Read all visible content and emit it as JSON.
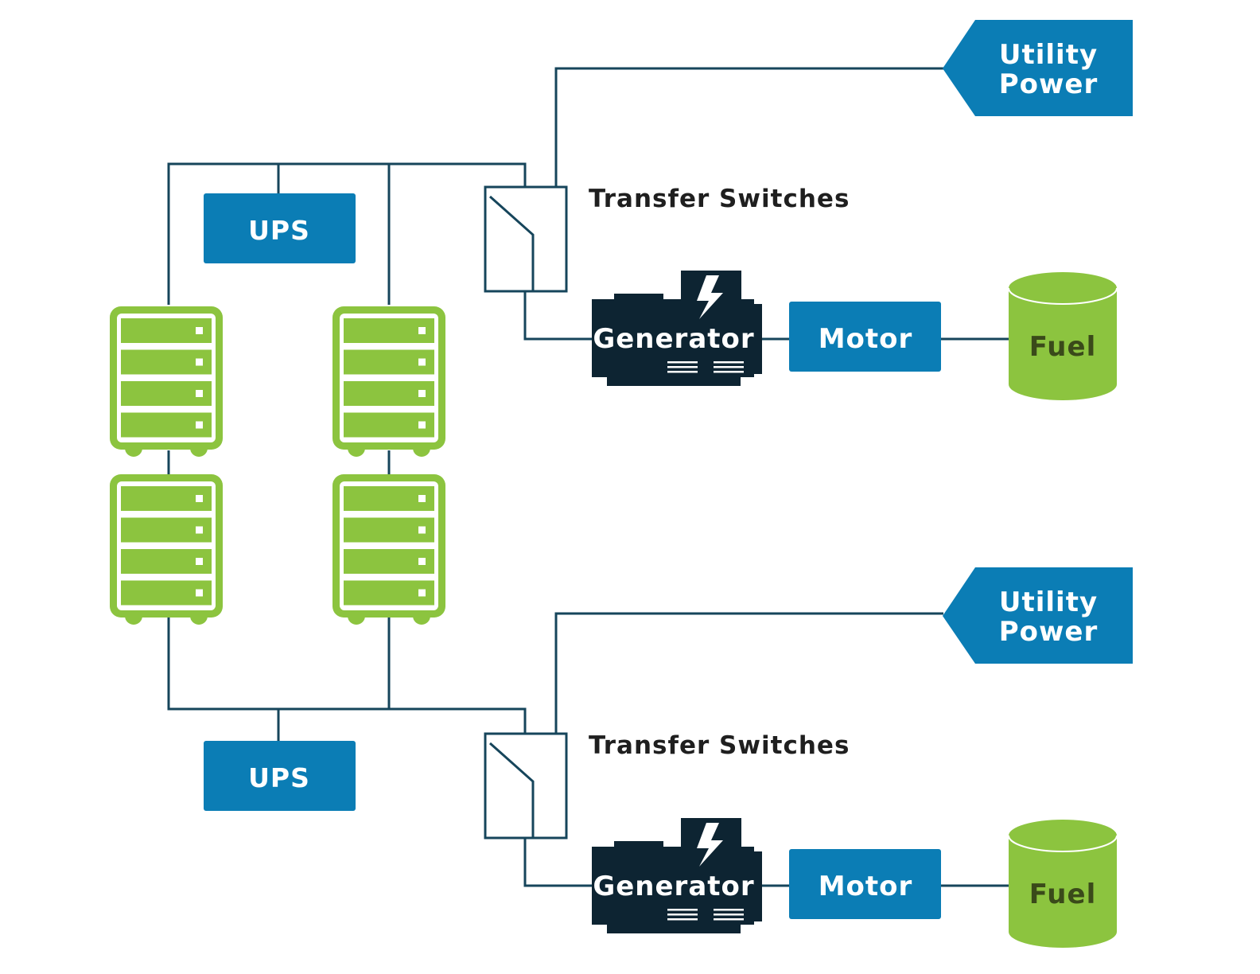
{
  "colors": {
    "line": "#16455b",
    "blue": "#0b7db5",
    "green": "#8cc43f",
    "generator": "#0d2432",
    "label_white": "#ffffff",
    "label_dark": "#1f1f1f",
    "fuel_text": "#3a4a1a"
  },
  "diagram": {
    "systems": [
      {
        "utility_label": [
          "Utility",
          "Power"
        ],
        "transfer_label": "Transfer Switches",
        "ups_label": "UPS",
        "generator_label": "Generator",
        "motor_label": "Motor",
        "fuel_label": "Fuel"
      },
      {
        "utility_label": [
          "Utility",
          "Power"
        ],
        "transfer_label": "Transfer Switches",
        "ups_label": "UPS",
        "generator_label": "Generator",
        "motor_label": "Motor",
        "fuel_label": "Fuel"
      }
    ],
    "server_racks": {
      "icon": "server-rack-icon",
      "count": 4,
      "slots_per_rack": 4
    },
    "generator_icon": "lightning-bolt-icon"
  }
}
